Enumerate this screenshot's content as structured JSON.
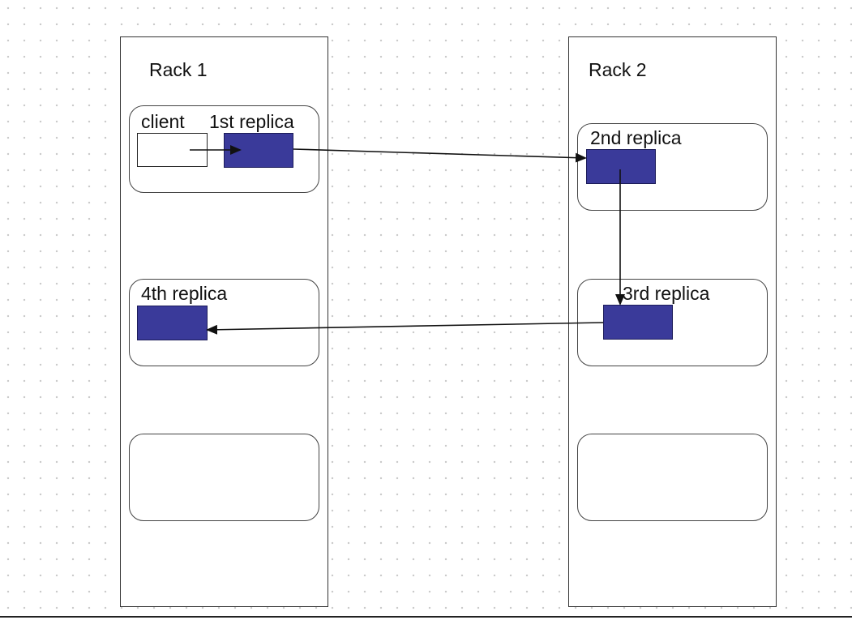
{
  "colors": {
    "replica_fill": "#3a3a9a",
    "arrow": "#111111"
  },
  "racks": [
    {
      "label": "Rack 1",
      "nodes": [
        {
          "client_label": "client",
          "replica_label": "1st replica"
        },
        {
          "replica_label": "4th replica"
        },
        {}
      ]
    },
    {
      "label": "Rack 2",
      "nodes": [
        {
          "replica_label": "2nd replica"
        },
        {
          "replica_label": "3rd replica"
        },
        {}
      ]
    }
  ]
}
